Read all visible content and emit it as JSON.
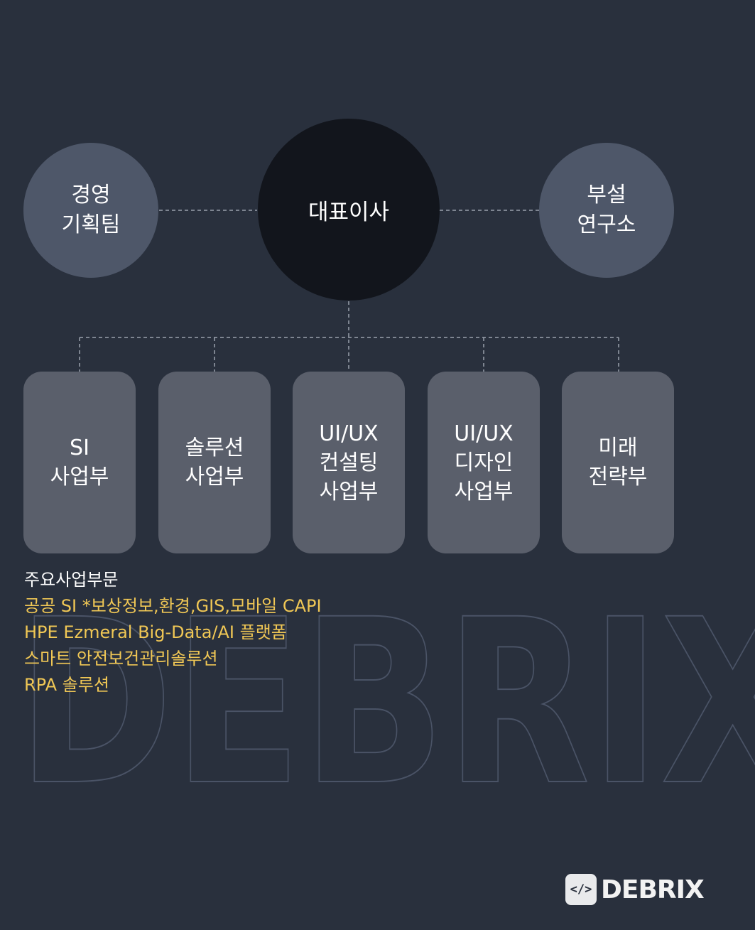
{
  "watermark": "DEBRIX",
  "ceo": {
    "label": "대표이사"
  },
  "left_unit": {
    "label": "경영\n기획팀"
  },
  "right_unit": {
    "label": "부설\n연구소"
  },
  "divisions": [
    {
      "label": "SI\n사업부"
    },
    {
      "label": "솔루션\n사업부"
    },
    {
      "label": "UI/UX\n컨설팅\n사업부"
    },
    {
      "label": "UI/UX\n디자인\n사업부"
    },
    {
      "label": "미래\n전략부"
    }
  ],
  "business": {
    "title": "주요사업부문",
    "items": [
      "공공 SI *보상정보,환경,GIS,모바일 CAPI",
      "HPE Ezmeral Big-Data/AI 플랫폼",
      "스마트 안전보건관리솔루션",
      "RPA 솔루션"
    ]
  },
  "logo": {
    "mark": "</>",
    "text": "DEBRIX"
  },
  "colors": {
    "background": "#29303d",
    "ceo_circle": "#12151c",
    "side_circle": "#4e5769",
    "division_box": "#5a5f6b",
    "highlight_text": "#f0c755"
  }
}
